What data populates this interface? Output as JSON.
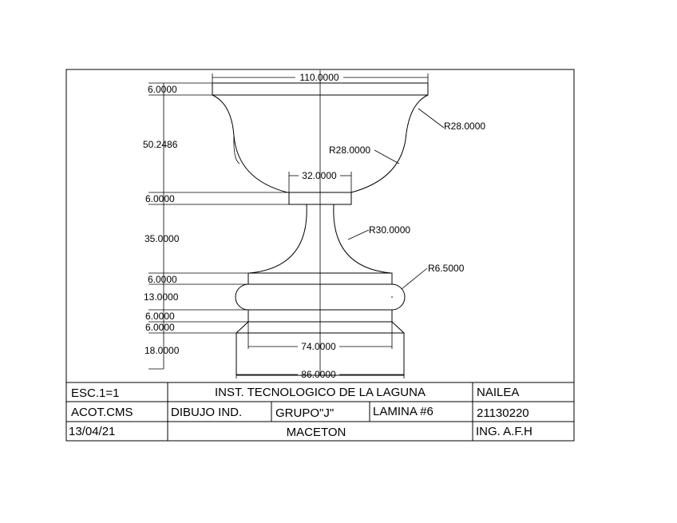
{
  "drawing": {
    "dims": {
      "top_width": "110.0000",
      "rim_height": "6.0000",
      "bowl_height": "50.2486",
      "bowl_radius_outer": "R28.0000",
      "bowl_radius_inner": "R28.0000",
      "neck_width": "32.0000",
      "collar_height": "6.0000",
      "stem_height": "35.0000",
      "stem_radius": "R30.0000",
      "torus_radius": "R6.5000",
      "ring_top_height": "6.0000",
      "torus_height": "13.0000",
      "ring_low_height": "6.0000",
      "ring_low2_height": "6.0000",
      "base_height": "18.0000",
      "inner_base_width": "74.0000",
      "base_width": "86.0000"
    }
  },
  "title_block": {
    "scale": "ESC.1=1",
    "institution": "INST. TECNOLOGICO DE LA LAGUNA",
    "student": "NAILEA",
    "units": "ACOT.CMS",
    "subject": "DIBUJO IND.",
    "group": "GRUPO\"J\"",
    "sheet": "LAMINA #6",
    "student_id": "21130220",
    "date": "13/04/21",
    "title": "MACETON",
    "teacher": "ING. A.F.H"
  }
}
